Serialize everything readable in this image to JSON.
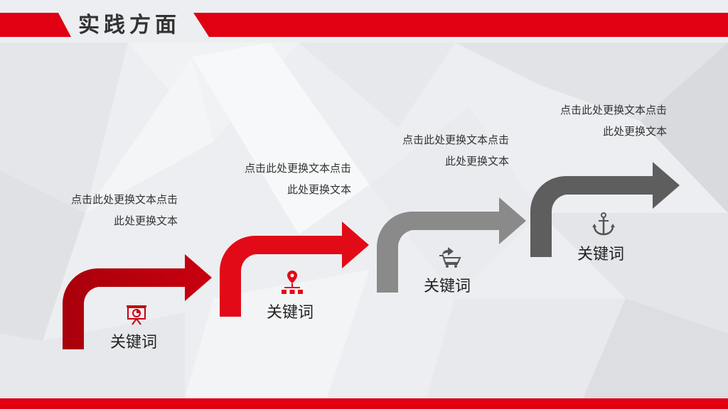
{
  "header": {
    "title": "实践方面",
    "accent": "#e00012"
  },
  "steps": [
    {
      "line1": "点击此处更换文本点击",
      "line2": "此处更换文本",
      "keyword": "关键词",
      "icon": "presentation-board-icon",
      "color": "#b8000c"
    },
    {
      "line1": "点击此处更换文本点击",
      "line2": "此处更换文本",
      "keyword": "关键词",
      "icon": "location-network-icon",
      "color": "#e20a17"
    },
    {
      "line1": "点击此处更换文本点击",
      "line2": "此处更换文本",
      "keyword": "关键词",
      "icon": "shopping-cart-icon",
      "color": "#8a8a8a"
    },
    {
      "line1": "点击此处更换文本点击",
      "line2": "此处更换文本",
      "keyword": "关键词",
      "icon": "anchor-icon",
      "color": "#5e5e5e"
    }
  ]
}
